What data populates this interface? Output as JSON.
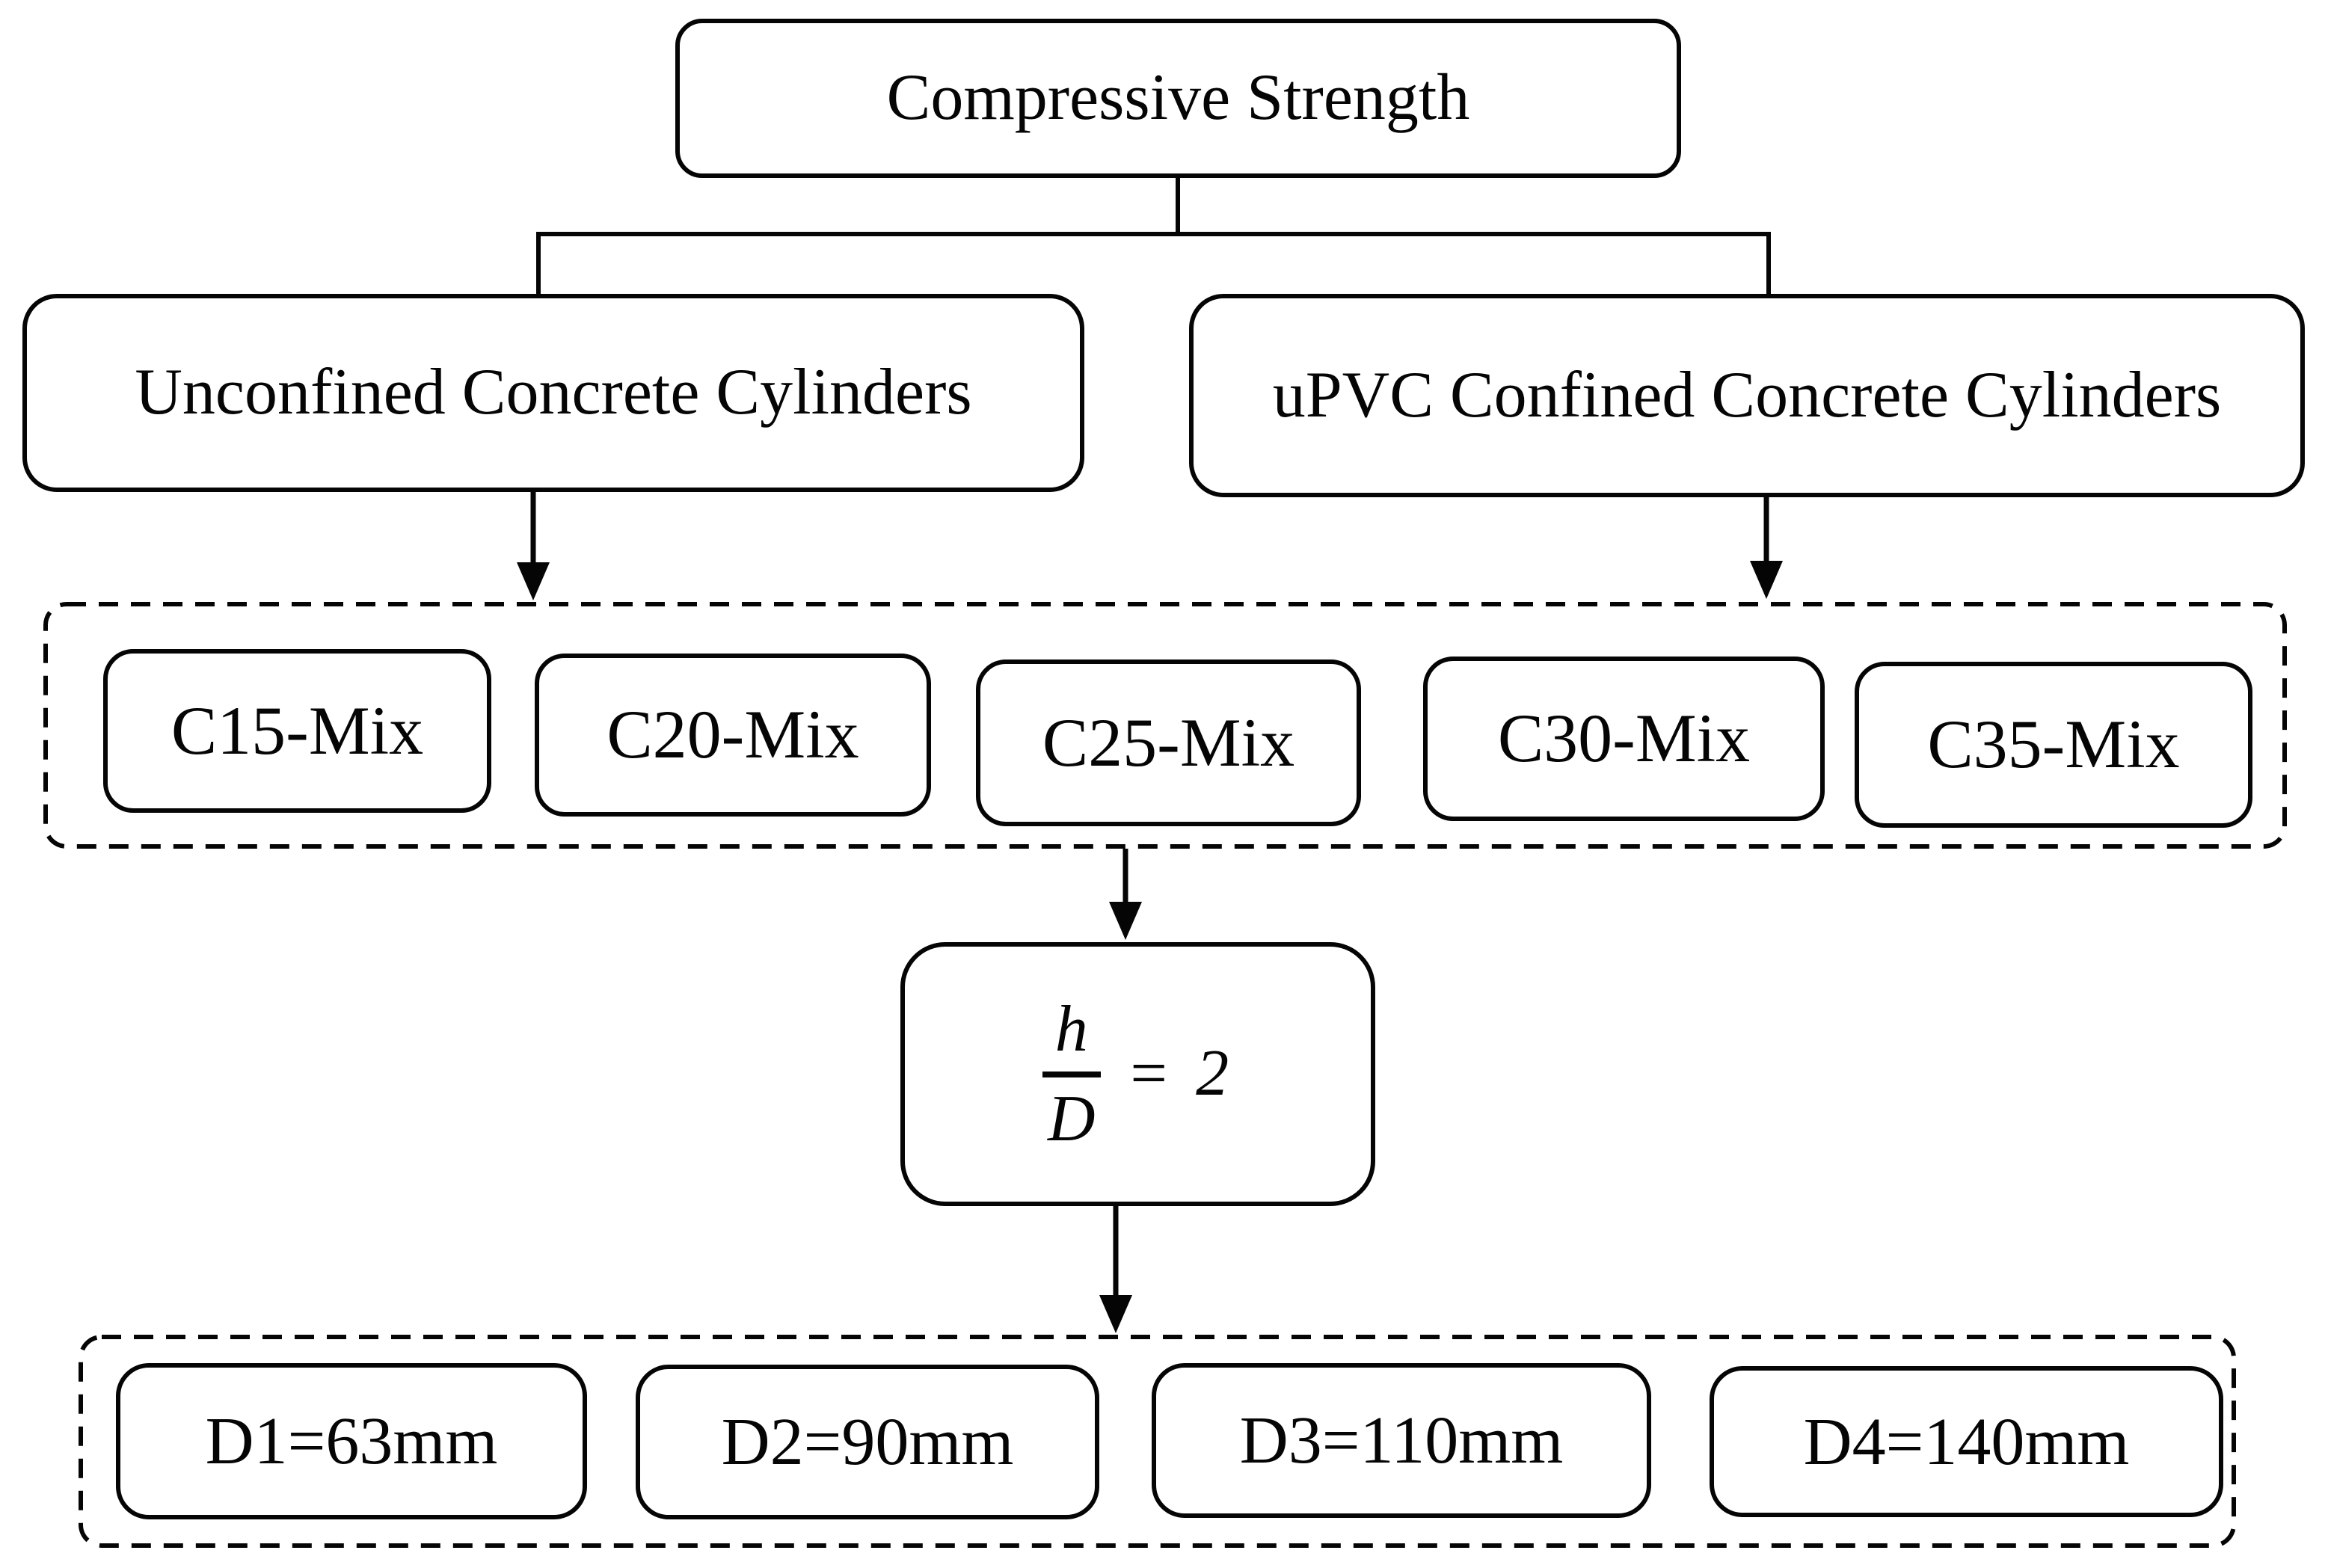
{
  "figure": {
    "title": "Compressive Strength",
    "branches": {
      "left": "Unconfined Concrete Cylinders",
      "right": "uPVC Confined Concrete Cylinders"
    },
    "mix_group": {
      "items": [
        {
          "label": "C15-Mix"
        },
        {
          "label": "C20-Mix"
        },
        {
          "label": "C25-Mix"
        },
        {
          "label": "C30-Mix"
        },
        {
          "label": "C35-Mix"
        }
      ]
    },
    "formula": {
      "numerator": "h",
      "denominator": "D",
      "rhs": "= 2"
    },
    "diameter_group": {
      "items": [
        {
          "label": "D1=63mm"
        },
        {
          "label": "D2=90mm"
        },
        {
          "label": "D3=110mm"
        },
        {
          "label": "D4=140mm"
        }
      ]
    },
    "colors": {
      "line": "#050505",
      "background": "#ffffff"
    }
  }
}
